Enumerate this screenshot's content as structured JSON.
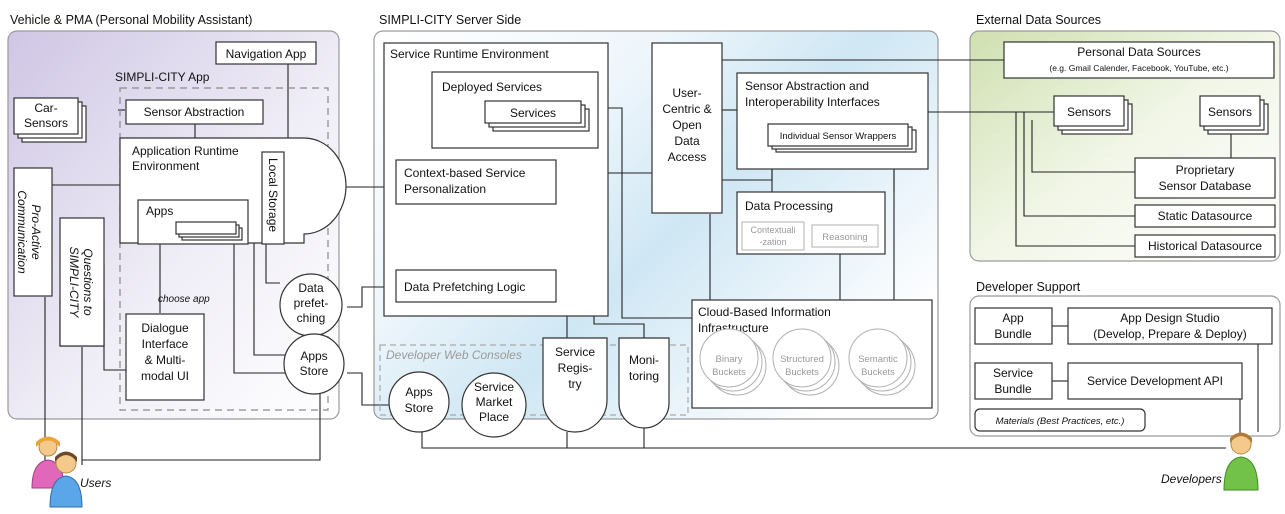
{
  "sections": {
    "vehicle": "Vehicle & PMA (Personal Mobility Assistant)",
    "server": "SIMPLI-CITY Server Side",
    "external": "External Data Sources",
    "devsupport": "Developer Support"
  },
  "vehicle": {
    "navigation_app": "Navigation App",
    "simplicity_app": "SIMPLI-CITY App",
    "sensor_abstraction": "Sensor Abstraction",
    "car_sensors": [
      "Car-",
      "Sensors"
    ],
    "app_runtime": [
      "Application Runtime",
      "Environment"
    ],
    "local_storage": "Local Storage",
    "apps": "Apps",
    "proactive": [
      "Pro-Active",
      "Communication"
    ],
    "questions": [
      "Questions to",
      "SIMPLI-CITY"
    ],
    "choose_app": "choose app",
    "dialogue": [
      "Dialogue",
      "Interface",
      "& Multi-",
      "modal UI"
    ],
    "data_prefetching": [
      "Data",
      "prefet-",
      "ching"
    ],
    "apps_store": [
      "Apps",
      "Store"
    ]
  },
  "server": {
    "runtime_env": "Service Runtime Environment",
    "deployed_services": "Deployed Services",
    "services": "Services",
    "context_personalization": [
      "Context-based Service",
      "Personalization"
    ],
    "prefetching_logic": "Data Prefetching Logic",
    "user_centric": [
      "User-",
      "Centric &",
      "Open",
      "Data",
      "Access"
    ],
    "sensor_abstraction": [
      "Sensor Abstraction and",
      "Interoperability Interfaces"
    ],
    "sensor_wrappers": "Individual Sensor Wrappers",
    "data_processing": "Data Processing",
    "contextualization": [
      "Contextuali",
      "-zation"
    ],
    "reasoning": "Reasoning",
    "cloud": [
      "Cloud-Based Information",
      "Infrastructure"
    ],
    "binary_buckets": [
      "Binary",
      "Buckets"
    ],
    "structured_buckets": [
      "Structured",
      "Buckets"
    ],
    "semantic_buckets": [
      "Semantic",
      "Buckets"
    ],
    "dev_web_consoles": "Developer Web Consoles",
    "apps_store": [
      "Apps",
      "Store"
    ],
    "market_place": [
      "Service",
      "Market",
      "Place"
    ],
    "service_registry": [
      "Service",
      "Regis-",
      "try"
    ],
    "monitoring": [
      "Moni-",
      "toring"
    ]
  },
  "external": {
    "personal_sources": "Personal Data Sources",
    "personal_examples": "(e.g. Gmail Calender, Facebook, YouTube, etc.)",
    "sensors_a": "Sensors",
    "sensors_b": "Sensors",
    "proprietary_db": [
      "Proprietary",
      "Sensor Database"
    ],
    "static_ds": "Static Datasource",
    "historical_ds": "Historical Datasource"
  },
  "devsupport": {
    "app_bundle": [
      "App",
      "Bundle"
    ],
    "app_design_studio": [
      "App Design Studio",
      "(Develop, Prepare & Deploy)"
    ],
    "service_bundle": [
      "Service",
      "Bundle"
    ],
    "service_dev_api": "Service Development API",
    "materials": "Materials (Best Practices, etc.)"
  },
  "actors": {
    "users": "Users",
    "developers": "Developers"
  }
}
